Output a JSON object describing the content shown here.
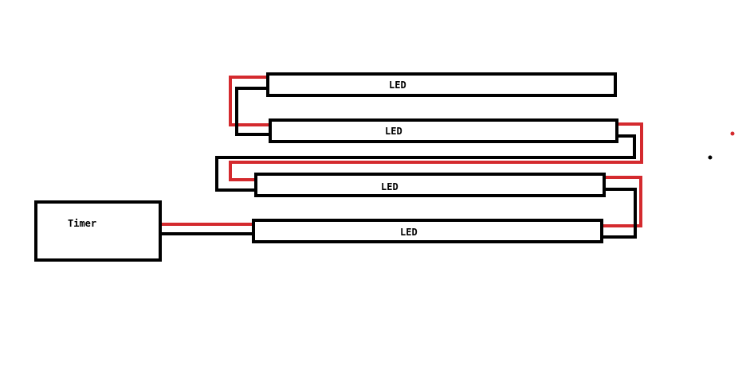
{
  "diagram": {
    "type": "wiring-diagram",
    "colors": {
      "background": "#ffffff",
      "outline": "#000000",
      "wire_live": "#d42a2e",
      "wire_neutral": "#000000"
    },
    "timer": {
      "label": "Timer"
    },
    "leds": [
      {
        "label": "LED"
      },
      {
        "label": "LED"
      },
      {
        "label": "LED"
      },
      {
        "label": "LED"
      }
    ],
    "stray_dots": [
      {
        "color": "red"
      },
      {
        "color": "black"
      }
    ]
  }
}
